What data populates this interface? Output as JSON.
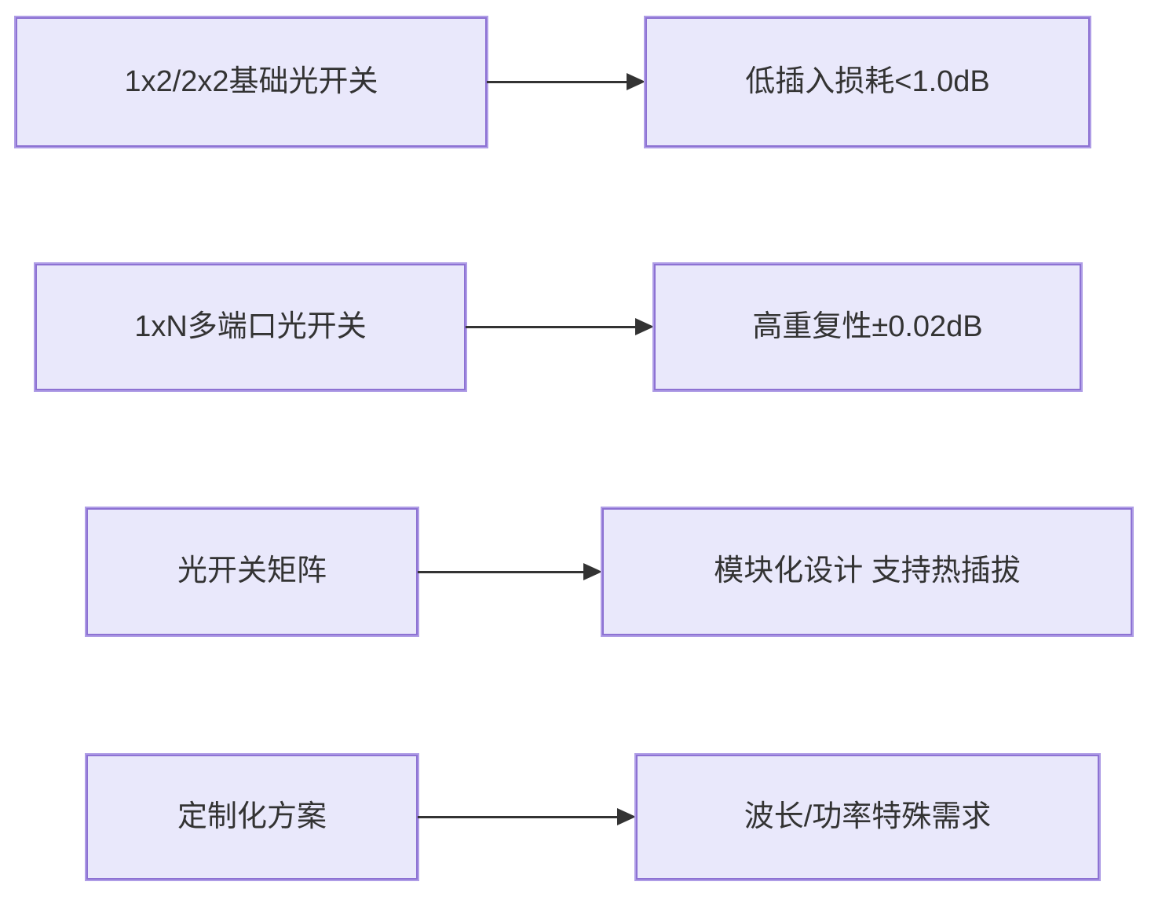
{
  "diagram": {
    "type": "flowchart",
    "direction": "left-to-right",
    "colors": {
      "background": "#FFFFFF",
      "node_fill": "#E9E8FB",
      "node_border": "#8D72D3",
      "node_border_outer": "#AF9DE6",
      "edge_color": "#333333",
      "text_color": "#333333"
    },
    "rows": [
      {
        "source": "1x2/2x2基础光开关",
        "target": "低插入损耗<1.0dB"
      },
      {
        "source": "1xN多端口光开关",
        "target": "高重复性±0.02dB"
      },
      {
        "source": "光开关矩阵",
        "target": "模块化设计 支持热插拔"
      },
      {
        "source": "定制化方案",
        "target": "波长/功率特殊需求"
      }
    ]
  }
}
